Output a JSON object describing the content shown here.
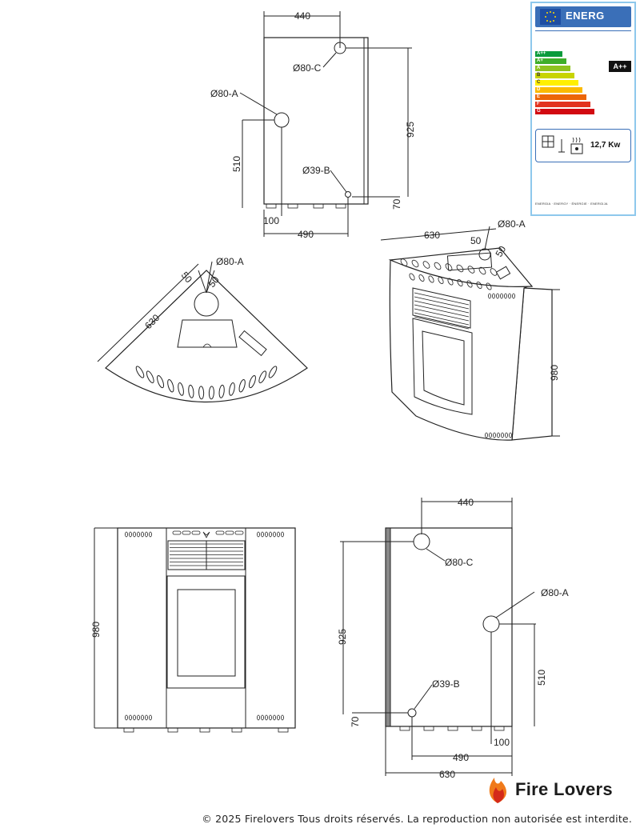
{
  "side_view_top": {
    "width_label": "440",
    "height_label": "925",
    "depth_label": "490",
    "offset_label": "510",
    "bottom_label": "100",
    "foot_label": "70",
    "outlet_c": "Ø80-C",
    "outlet_a": "Ø80-A",
    "outlet_b": "Ø39-B"
  },
  "top_view": {
    "width_label": "630",
    "inset_left": "50",
    "inset_right": "50",
    "outlet_a": "Ø80-A"
  },
  "iso_view": {
    "width_label": "630",
    "inset_left": "50",
    "inset_right": "50",
    "outlet_a": "Ø80-A",
    "height_label": "980"
  },
  "front_view": {
    "height_label": "980"
  },
  "side_view_bottom": {
    "width_label": "440",
    "height_label": "925",
    "offset_label": "510",
    "bottom_label": "100",
    "depth_label": "490",
    "overall_label": "630",
    "foot_label": "70",
    "outlet_c": "Ø80-C",
    "outlet_a": "Ø80-A",
    "outlet_b": "Ø39-B"
  },
  "energy_label": {
    "title": "ENERG",
    "classes": [
      "A++",
      "A+",
      "A",
      "B",
      "C",
      "D",
      "E",
      "F",
      "G"
    ],
    "class_colors": [
      "#0a9b3b",
      "#3fae2a",
      "#8fc31f",
      "#c8d400",
      "#fff000",
      "#fbba00",
      "#ec6608",
      "#e2321f",
      "#d20a11"
    ],
    "rating": "A++",
    "power": "12,7 Kw",
    "footer": "ENERGIA · ENERGY · ÉNERGIE · ENERGIJA"
  },
  "brand": {
    "name": "Fire Lovers",
    "copyright": "© 2025 Firelovers Tous droits réservés. La reproduction non autorisée est interdite."
  }
}
